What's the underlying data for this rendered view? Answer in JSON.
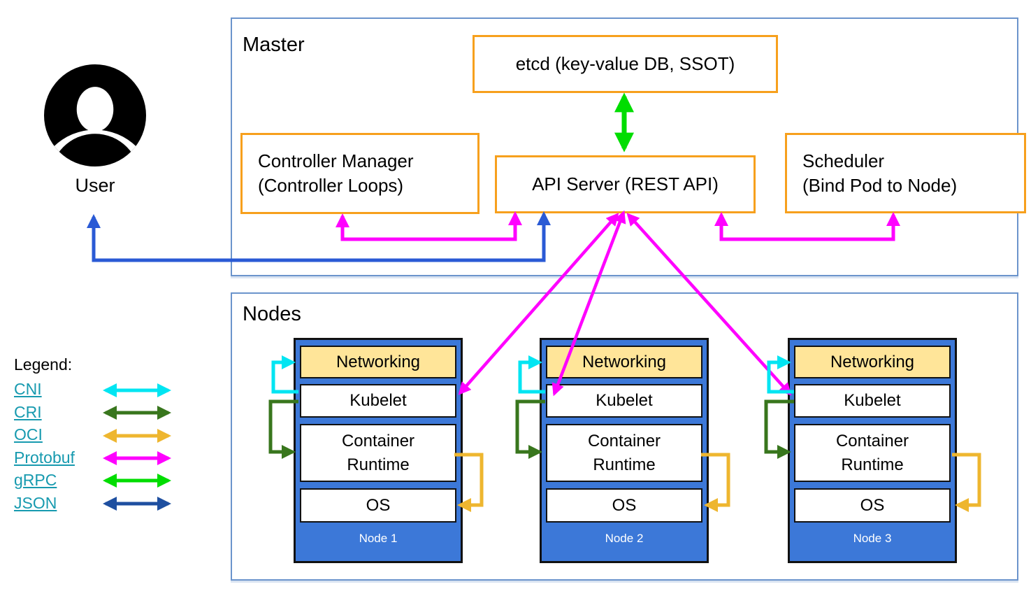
{
  "user": {
    "label": "User"
  },
  "master": {
    "title": "Master",
    "boxes": {
      "etcd": "etcd (key-value DB, SSOT)",
      "controller_manager_line1": "Controller Manager",
      "controller_manager_line2": "(Controller Loops)",
      "api_server": "API Server (REST API)",
      "scheduler_line1": "Scheduler",
      "scheduler_line2": "(Bind Pod to Node)"
    }
  },
  "nodes": {
    "title": "Nodes",
    "component_labels": {
      "networking": "Networking",
      "kubelet": "Kubelet",
      "container_runtime": "Container Runtime",
      "os": "OS"
    },
    "items": [
      {
        "name": "Node 1"
      },
      {
        "name": "Node 2"
      },
      {
        "name": "Node 3"
      }
    ]
  },
  "legend": {
    "title": "Legend:",
    "link_color": "#179aaf",
    "items": [
      {
        "label": "CNI",
        "color": "#00e5f2"
      },
      {
        "label": "CRI",
        "color": "#38761d"
      },
      {
        "label": "OCI",
        "color": "#eeb62f"
      },
      {
        "label": "Protobuf",
        "color": "#ff00ff"
      },
      {
        "label": "gRPC",
        "color": "#00dd00"
      },
      {
        "label": "JSON",
        "color": "#1e4fa0"
      }
    ]
  },
  "colors": {
    "section_border": "#6b94cc",
    "master_box_border": "#f7a01d",
    "node_fill": "#3c78d8",
    "networking_fill": "#ffe599",
    "user_api_arrow": "#2a5ad5",
    "grpc_arrow": "#00dd00",
    "protobuf_arrow": "#ff00ff"
  }
}
